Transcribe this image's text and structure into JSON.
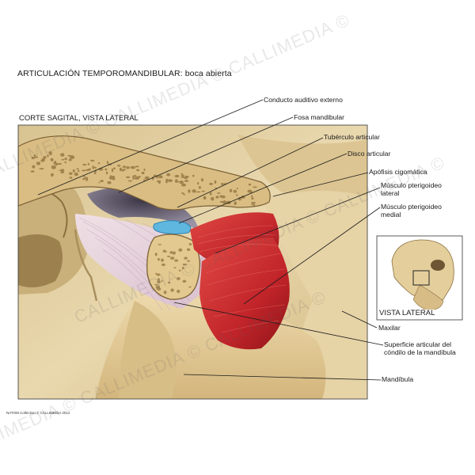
{
  "title": "ARTICULACIÓN TEMPOROMANDIBULAR:",
  "title_suffix": "boca abierta",
  "section_label": "CORTE SAGITAL, VISTA LATERAL",
  "inset_label": "VISTA LATERAL",
  "labels": {
    "conducto": "Conducto auditivo externo",
    "fosa": "Fosa mandibular",
    "tuberculo": "Tubérculo articular",
    "disco": "Disco articular",
    "apofisis": "Apófisis cigomática",
    "pterigoideo_lateral_1": "Músculo pterigoideo",
    "pterigoideo_lateral_2": "lateral",
    "pterigoideo_medial_1": "Músculo pterigoideo",
    "pterigoideo_medial_2": "medial",
    "maxilar": "Maxilar",
    "superficie_1": "Superficie articular del",
    "superficie_2": "cóndilo de la mandíbula",
    "mandibula": "Mandíbula"
  },
  "footer": "NATOM Collection © CALLIMEDIA 2012",
  "watermark": "CALLIMEDIA © CALLIMEDIA © CALLIMEDIA ©",
  "colors": {
    "bone": "#e5cf9b",
    "bone_dark": "#b89b5e",
    "muscle": "#c4262b",
    "disc": "#5fb7df",
    "cavity": "#5a5466"
  }
}
